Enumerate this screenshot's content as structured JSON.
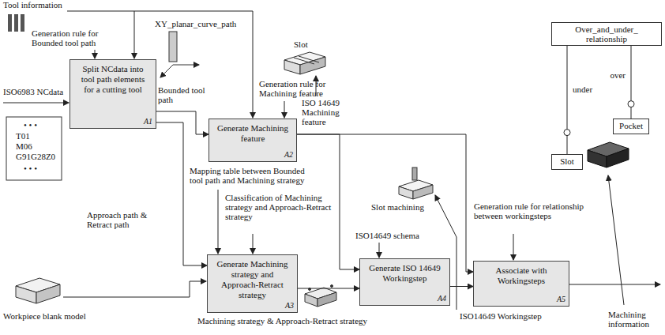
{
  "diagram": {
    "nodes": [
      {
        "text": [
          "Split NCdata into tool path elements for a cutting tool",
          "A1"
        ]
      },
      {
        "text": [
          "Generate Machining feature",
          "A2"
        ]
      },
      {
        "text": [
          "Generate Machining strategy and Approach-Retract strategy",
          "A3"
        ]
      },
      {
        "text": [
          "Generate ISO 14649 Workingstep",
          "A4"
        ]
      },
      {
        "text": [
          "Associate with Workingsteps",
          "A5"
        ]
      },
      {
        "text": [
          "Over_and_under_ relationship"
        ]
      },
      {
        "text": [
          "Slot"
        ]
      },
      {
        "text": [
          "Pocket"
        ]
      }
    ],
    "edges": [
      {
        "from": 0,
        "to": 1,
        "arrow": "to"
      },
      {
        "from": 0,
        "to": 2,
        "arrow": "to"
      },
      {
        "from": 1,
        "to": 3,
        "arrow": "to"
      },
      {
        "from": 1,
        "to": 4,
        "arrow": "to"
      },
      {
        "from": 2,
        "to": 3,
        "arrow": "to"
      },
      {
        "from": 3,
        "to": 4,
        "arrow": "to"
      },
      {
        "from": 5,
        "to": 6,
        "label": "under",
        "arrow": "none"
      },
      {
        "from": 5,
        "to": 7,
        "label": "over",
        "arrow": "none"
      }
    ],
    "labels": [
      "Tool information",
      "Generation rule for Bounded tool path",
      "XY_planar_curve_path",
      "Bounded tool path",
      "Generation rule for Machining feature",
      "Slot",
      "ISO6983 NCdata",
      "• • •",
      "T01",
      "M06",
      "G91G28Z0",
      "• • •",
      "ISO 14649 Machining feature",
      "Mapping table between Bounded tool path and Machining strategy",
      "Classification of Machining strategy and Approach-Retract strategy",
      "Approach path & Retract path",
      "Workpiece blank model",
      "Machining strategy & Approach-Retract strategy",
      "ISO14649 schema",
      "Slot machining",
      "Generation rule for relationship between workingsteps",
      "ISO14649 Workingstep",
      "Machining information"
    ]
  }
}
